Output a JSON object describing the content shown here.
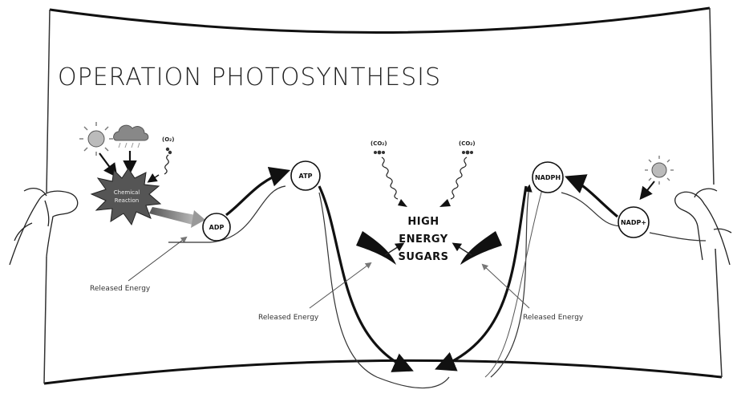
{
  "diagram": {
    "title": "OPERATION PHOTOSYNTHESIS",
    "chemical_reaction_lines": [
      "Chemical",
      "Reaction"
    ],
    "molecules": {
      "o2": "(O₂)",
      "co2_left": "(CO₂)",
      "co2_right": "(CO₂)"
    },
    "circles": {
      "adp": "ADP",
      "atp": "ATP",
      "nadph": "NADPH",
      "nadp": "NADP+"
    },
    "sugar_lines": [
      "HIGH",
      "ENERGY",
      "SUGARS"
    ],
    "released_energy": {
      "left": "Released Energy",
      "center": "Released Energy",
      "right": "Released Energy"
    },
    "icons": [
      "sun-icon",
      "cloud-icon",
      "hand-icon"
    ]
  }
}
